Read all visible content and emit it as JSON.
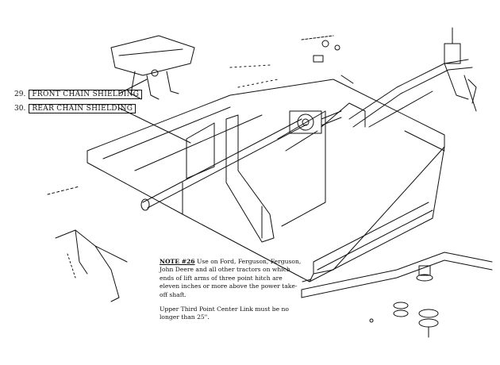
{
  "callouts": [
    {
      "number": "29.",
      "label": "FRONT CHAIN SHIELDING"
    },
    {
      "number": "30.",
      "label": "REAR CHAIN SHIELDING"
    }
  ],
  "note": {
    "lead": "NOTE #26",
    "body": "Use on Ford, Ferguson, Ferguson, John Deere and all other tractors on which ends of lift arms of three point hitch are eleven inches or more above the power take-off shaft.",
    "second": "Upper Third Point Center Link must be no longer than 25\"."
  },
  "colors": {
    "ink": "#111111",
    "paper": "#ffffff"
  }
}
